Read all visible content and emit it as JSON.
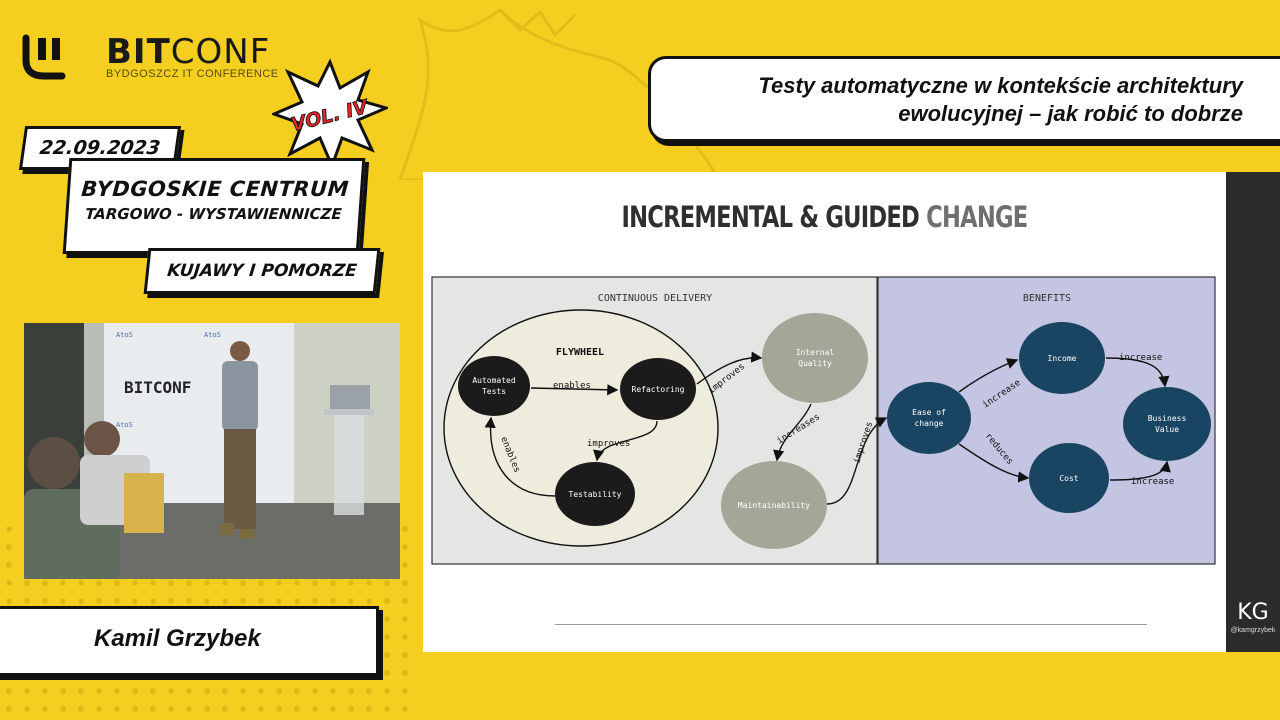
{
  "brand": {
    "name_bold": "BIT",
    "name_thin": "CONF",
    "subtitle": "BYDGOSZCZ IT CONFERENCE",
    "edition": "VOL. IV"
  },
  "event": {
    "date": "22.09.2023",
    "venue_line1": "BYDGOSKIE CENTRUM",
    "venue_line2": "TARGOWO - WYSTAWIENNICZE",
    "region": "KUJAWY I POMORZE"
  },
  "talk": {
    "title_line1": "Testy automatyczne w kontekście architektury",
    "title_line2": "ewolucyjnej – jak robić to dobrze"
  },
  "speaker": {
    "name": "Kamil Grzybek"
  },
  "camera": {
    "backdrop_logo": "BITCONF",
    "sponsor_text": "AtoS"
  },
  "slide": {
    "title_main": "INCREMENTAL & GUIDED ",
    "title_accent": "CHANGE",
    "left_panel": {
      "heading": "CONTINUOUS DELIVERY",
      "flywheel_label": "FLYWHEEL",
      "nodes": {
        "automated_tests": [
          "Automated",
          "Tests"
        ],
        "refactoring": "Refactoring",
        "testability": "Testability",
        "internal_quality": [
          "Internal",
          "Quality"
        ],
        "maintainability": "Maintainability"
      },
      "edges": {
        "enables_1": "enables",
        "enables_2": "enables",
        "improves_1": "improves",
        "improves_2": "improves",
        "improves_3": "improves",
        "increases": "increases"
      }
    },
    "right_panel": {
      "heading": "BENEFITS",
      "nodes": {
        "ease_of_change": [
          "Ease of",
          "change"
        ],
        "income": "Income",
        "cost": "Cost",
        "business_value": [
          "Business",
          "Value"
        ]
      },
      "edges": {
        "increase_1": "increase",
        "increase_2": "increase",
        "increase_3": "increase",
        "reduces": "reduces"
      }
    },
    "colors": {
      "left_bg": "#e3e6e3",
      "right_bg": "#c4c5e2",
      "dark_node": "#1b1b1b",
      "gray_node": "#a5a698",
      "blue_node": "#1a4562",
      "flywheel_bg": "#eeecdc"
    }
  },
  "corner": {
    "initials": "KG",
    "handle": "@kamgrzybek"
  }
}
